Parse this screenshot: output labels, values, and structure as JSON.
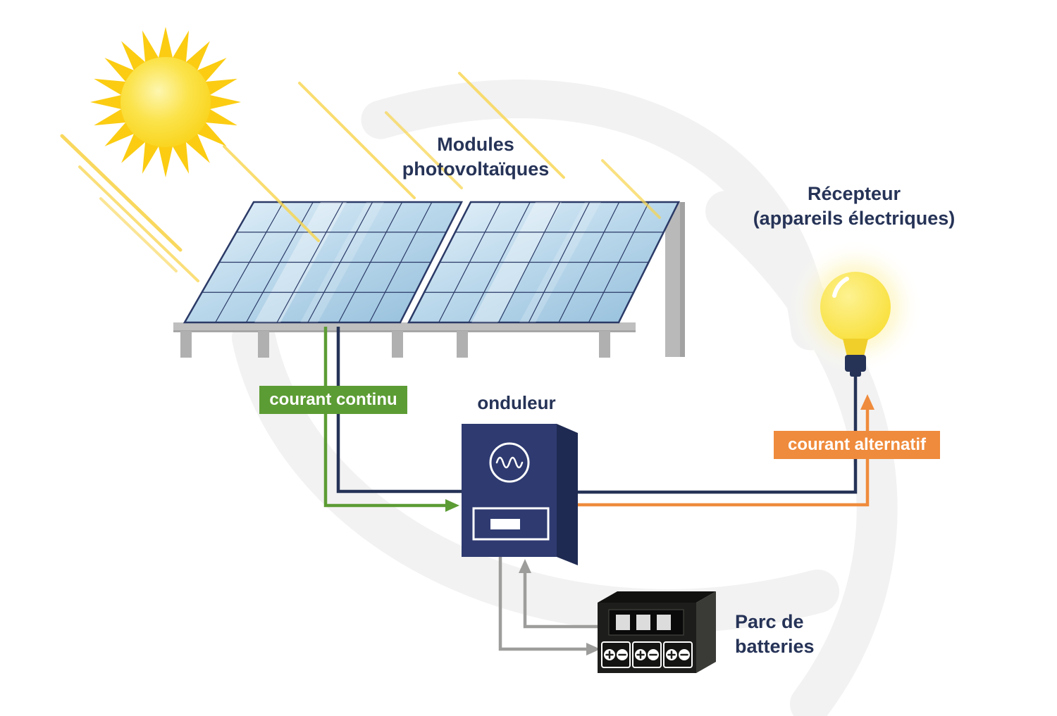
{
  "diagram": {
    "modules_label_line1": "Modules",
    "modules_label_line2": "photovoltaïques",
    "recepteur_label_line1": "Récepteur",
    "recepteur_label_line2": "(appareils électriques)",
    "dc_label": "courant continu",
    "inverter_label": "onduleur",
    "ac_label": "courant alternatif",
    "battery_label_line1": "Parc de",
    "battery_label_line2": "batteries"
  },
  "colors": {
    "navy": "#263357",
    "green": "#5c9c34",
    "orange": "#ef8b3c",
    "gray": "#9d9d9c",
    "sun_yellow": "#fcd116",
    "panel_blue": "#a9cce3",
    "bulb_yellow": "#f8df39"
  },
  "icons": {
    "sun": "sun-icon",
    "solar_panels": "solar-panel-icon",
    "inverter": "inverter-icon",
    "battery_bank": "battery-icon",
    "light_bulb": "light-bulb-icon"
  }
}
